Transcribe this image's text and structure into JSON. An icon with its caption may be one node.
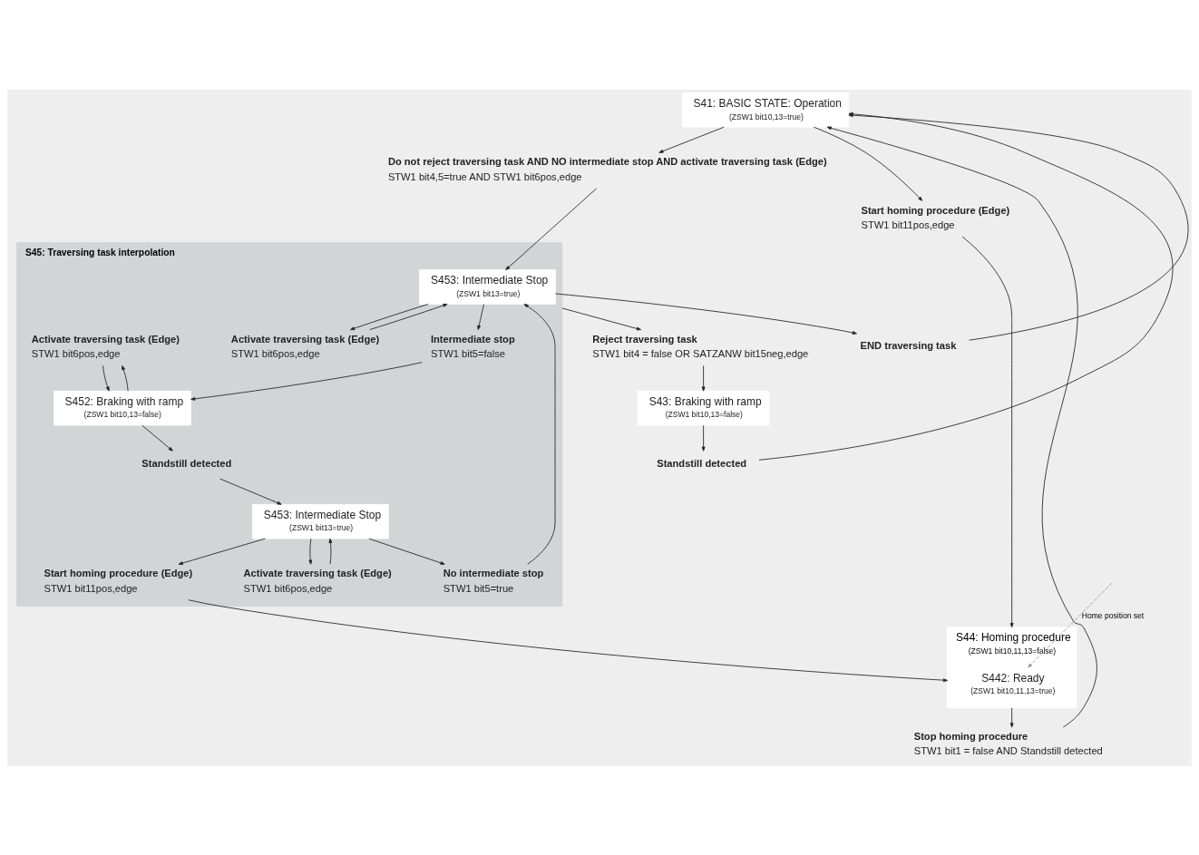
{
  "diagram": {
    "nodes": [
      {
        "text": [
          "S41: BASIC STATE: Operation",
          "(ZSW1 bit10,13=true)"
        ]
      },
      {
        "text": [
          "Start homing procedure (Edge)",
          "STW1 bit11pos,edge"
        ]
      },
      {
        "text": [
          "Stop homing procedure",
          "STW1 bit1 = false AND Standstill detected"
        ]
      },
      {
        "text": [
          "S44: Homing procedure",
          "(ZSW1 bit10,11,13=false)"
        ]
      },
      {
        "text": [
          "S442: Ready",
          "(ZSW1 bit10,11,13=true)"
        ],
        "in": 3
      },
      {
        "text": [
          "Standstill detected"
        ]
      },
      {
        "text": [
          "S43: Braking with ramp",
          "(ZSW1 bit10,13=false)"
        ]
      },
      {
        "text": [
          "Reject traversing task",
          "STW1 bit4 = false OR SATZANW bit15neg,edge"
        ]
      },
      {
        "text": [
          "Do not reject traversing task AND NO intermediate stop AND activate traversing task (Edge)",
          "STW1 bit4,5=true AND STW1 bit6pos,edge"
        ]
      },
      {
        "text": [
          "END traversing task"
        ]
      },
      {
        "text": [
          "S45: Traversing task interpolation"
        ]
      },
      {
        "text": [
          "S453: Intermediate Stop",
          "(ZSW1 bit13=true)"
        ],
        "in": 10
      },
      {
        "text": [
          "Activate traversing task (Edge)",
          "STW1 bit6pos,edge"
        ],
        "in": 10
      },
      {
        "text": [
          "Intermediate stop",
          "STW1 bit5=false"
        ],
        "in": 10
      },
      {
        "text": [
          "Activate traversing task (Edge)",
          "STW1 bit6pos,edge"
        ],
        "in": 10
      },
      {
        "text": [
          "S452: Braking with ramp",
          "(ZSW1 bit10,13=false)"
        ],
        "in": 10
      },
      {
        "text": [
          "No intermediate stop",
          "STW1 bit5=true"
        ],
        "in": 10
      },
      {
        "text": [
          "Standstill detected"
        ],
        "in": 10
      },
      {
        "text": [
          "S453: Intermediate Stop",
          "(ZSW1 bit13=true)"
        ],
        "in": 10
      },
      {
        "text": [
          "Start homing procedure (Edge)",
          "STW1 bit11pos,edge"
        ],
        "in": 10
      },
      {
        "text": [
          "Activate traversing task (Edge)",
          "STW1 bit6pos,edge"
        ],
        "in": 10
      }
    ],
    "edges": [
      {
        "from": 0,
        "to": 1,
        "arrow": "to"
      },
      {
        "from": 1,
        "to": 3,
        "arrow": "to"
      },
      {
        "from": null,
        "to": 4,
        "arrow": "to",
        "label": "Home position set",
        "style": "dashed",
        "color": "#999999"
      },
      {
        "from": 3,
        "to": 2,
        "arrow": "to"
      },
      {
        "from": 2,
        "to": 0,
        "arrow": "to"
      },
      {
        "from": 0,
        "to": 8,
        "arrow": "to"
      },
      {
        "from": 8,
        "to": 11,
        "arrow": "to"
      },
      {
        "from": 11,
        "to": 9,
        "arrow": "to"
      },
      {
        "from": 9,
        "to": 0,
        "arrow": "to"
      },
      {
        "from": 10,
        "to": 7,
        "arrow": "to"
      },
      {
        "from": 7,
        "to": 6,
        "arrow": "to"
      },
      {
        "from": 6,
        "to": 5,
        "arrow": "to"
      },
      {
        "from": 5,
        "to": 0,
        "arrow": "to"
      },
      {
        "from": 11,
        "to": 12,
        "arrow": "to"
      },
      {
        "from": 12,
        "to": 11,
        "arrow": "to"
      },
      {
        "from": 11,
        "to": 13,
        "arrow": "to"
      },
      {
        "from": 13,
        "to": 15,
        "arrow": "to"
      },
      {
        "from": 14,
        "to": 15,
        "arrow": "to"
      },
      {
        "from": 15,
        "to": 14,
        "arrow": "to"
      },
      {
        "from": 15,
        "to": 17,
        "arrow": "to"
      },
      {
        "from": 17,
        "to": 18,
        "arrow": "to"
      },
      {
        "from": 18,
        "to": 16,
        "arrow": "to"
      },
      {
        "from": 16,
        "to": 11,
        "arrow": "to"
      },
      {
        "from": 18,
        "to": 19,
        "arrow": "to"
      },
      {
        "from": 19,
        "to": 3,
        "arrow": "to"
      },
      {
        "from": 18,
        "to": 20,
        "arrow": "to"
      },
      {
        "from": 20,
        "to": 18,
        "arrow": "to"
      }
    ]
  }
}
